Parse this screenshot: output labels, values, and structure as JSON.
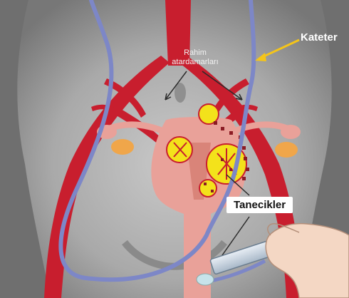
{
  "labels": {
    "arteries_line1": "Rahim",
    "arteries_line2": "atardamarları",
    "catheter": "Kateter",
    "particles": "Tanecikler"
  },
  "icons": {
    "body": "torso-silhouette",
    "arteries": "artery-network",
    "uterus": "uterus",
    "fibroids": "fibroid-nodules",
    "particles": "embolic-particles",
    "catheter": "catheter-tube",
    "syringe": "syringe-icon",
    "hand": "hand-icon"
  },
  "colors": {
    "artery": "#c81e2e",
    "uterus": "#e9a199",
    "fibroid": "#f3e21b",
    "catheter": "#7d87c7",
    "catheter_arrow": "#f5c518",
    "background": "#8a8a8a"
  }
}
